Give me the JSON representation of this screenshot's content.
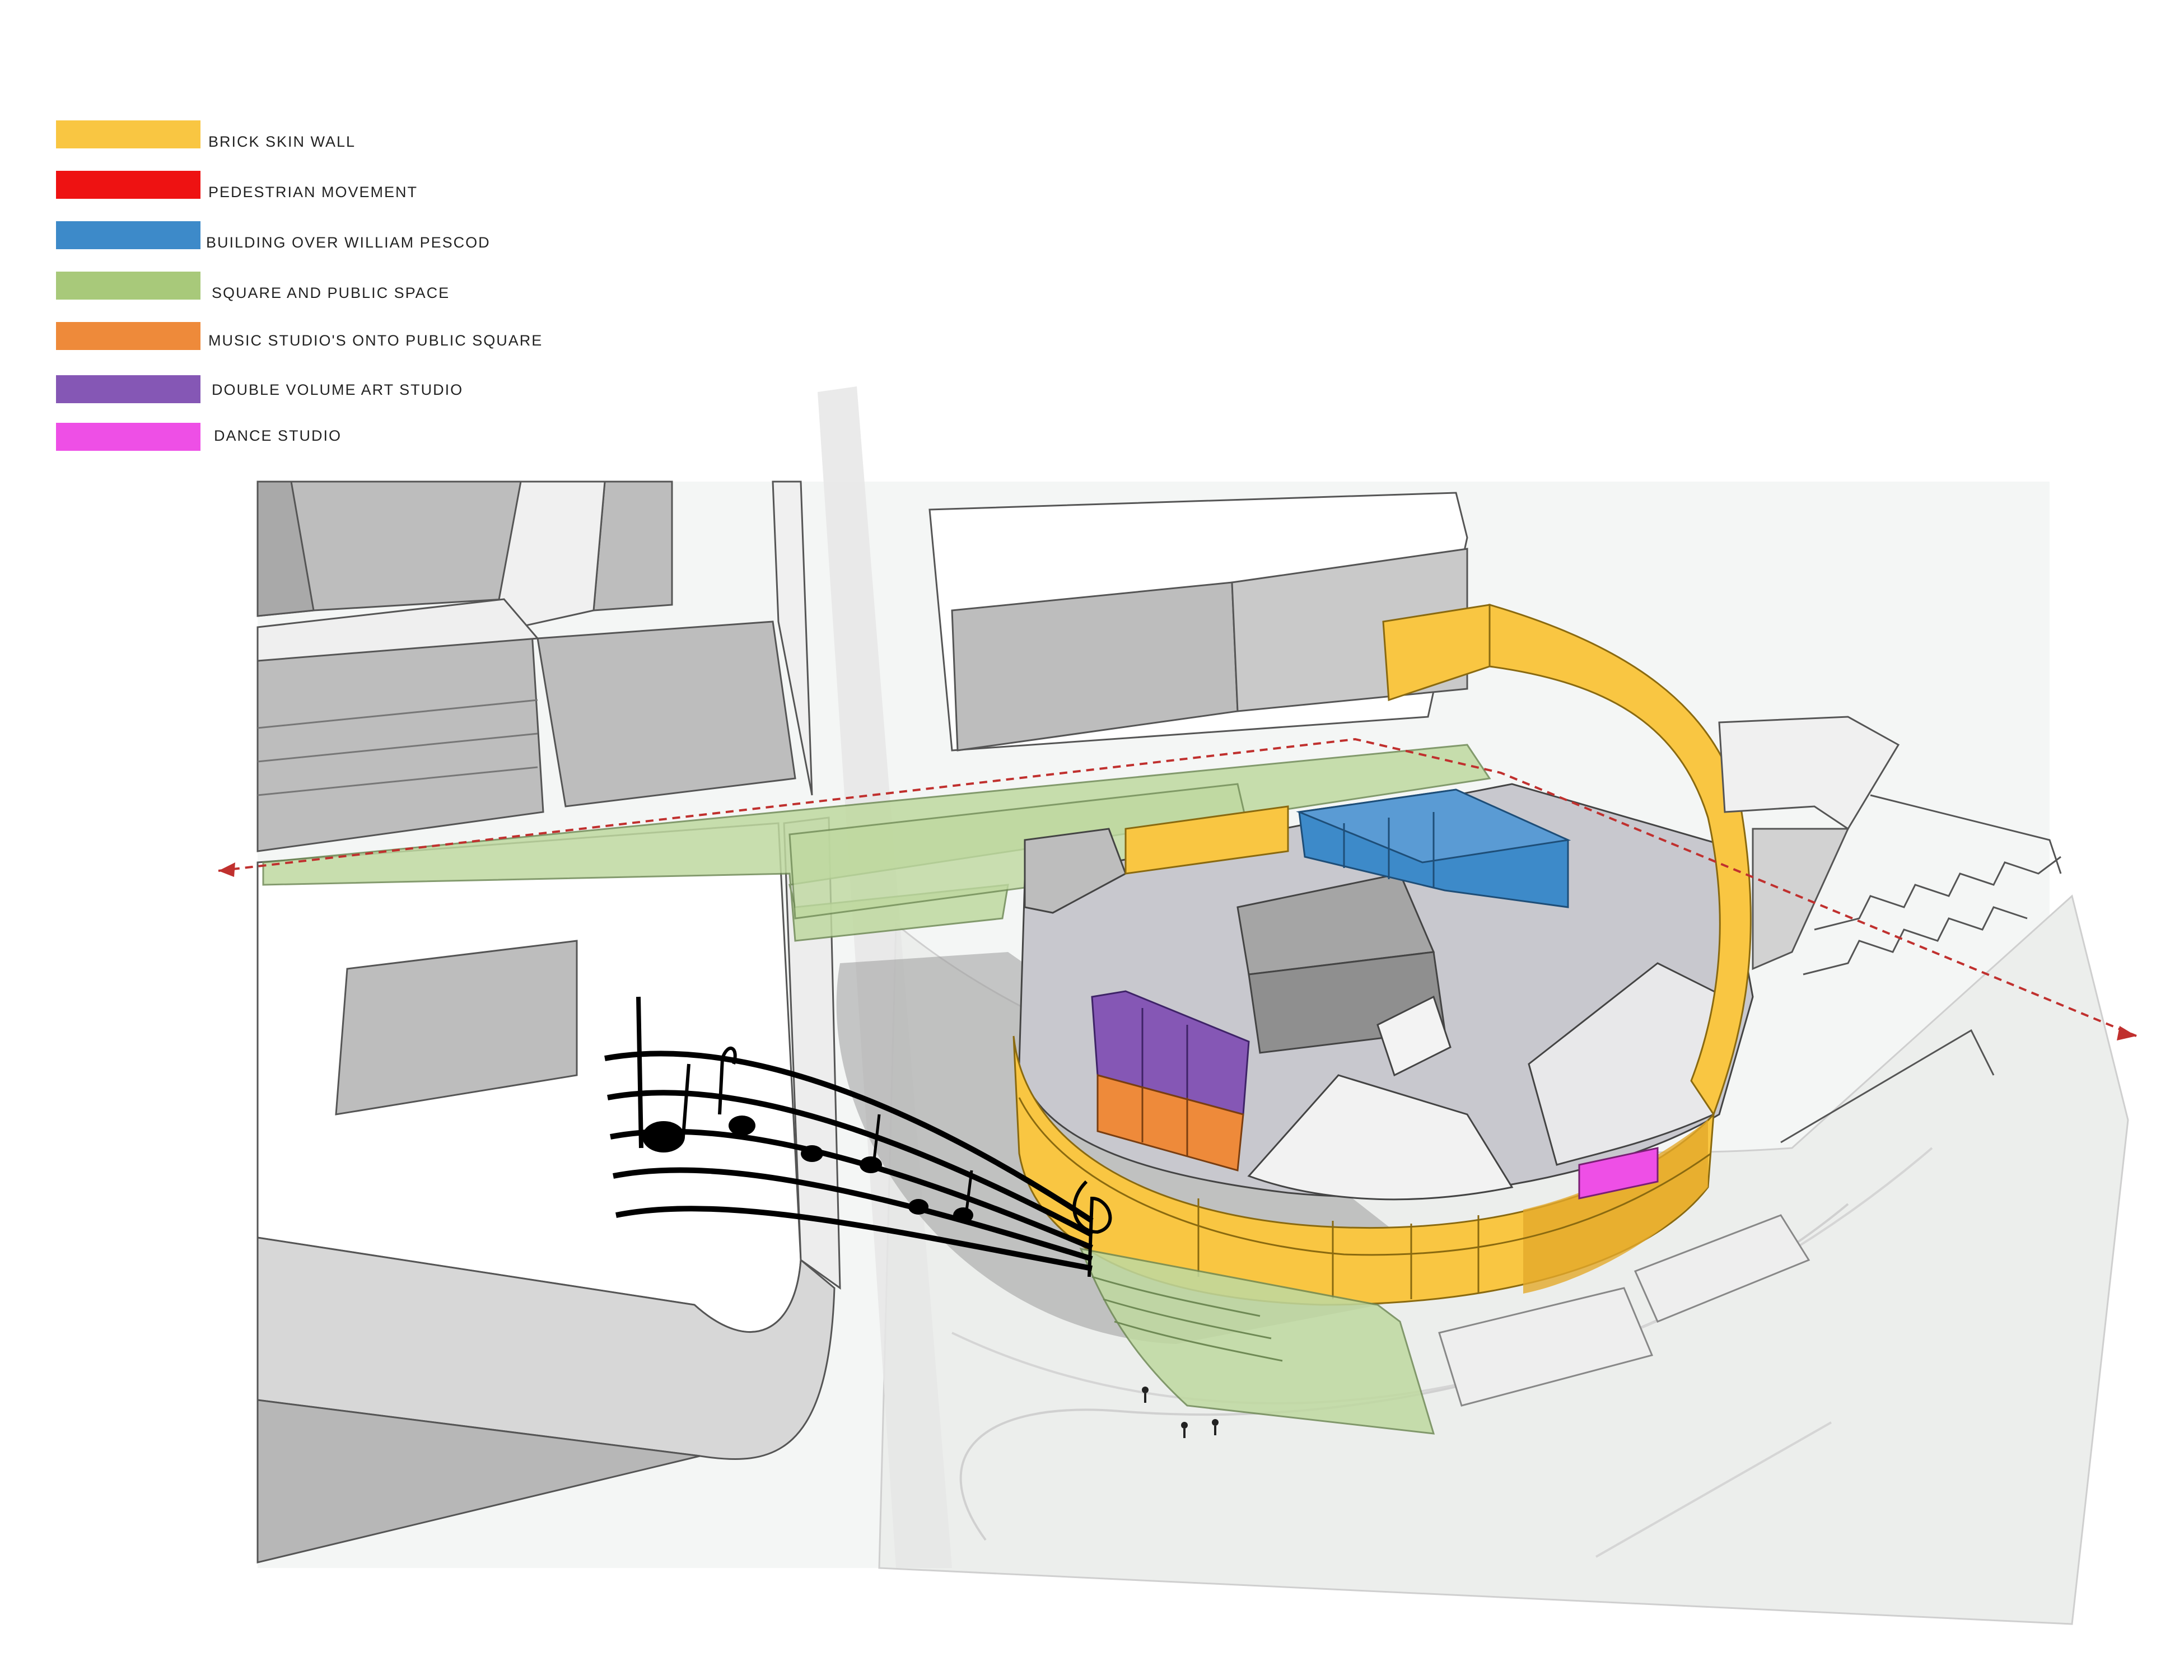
{
  "legend": {
    "items": [
      {
        "label": "BRICK SKIN WALL",
        "color": "#F9C642"
      },
      {
        "label": "PEDESTRIAN MOVEMENT",
        "color": "#EE1212"
      },
      {
        "label": "BUILDING OVER WILLIAM PESCOD",
        "color": "#3D8AC9"
      },
      {
        "label": "SQUARE AND PUBLIC SPACE",
        "color": "#A8C97A"
      },
      {
        "label": "MUSIC STUDIO'S ONTO PUBLIC SQUARE",
        "color": "#EE8A3A"
      },
      {
        "label": "DOUBLE VOLUME ART STUDIO",
        "color": "#8557B5"
      },
      {
        "label": "DANCE STUDIO",
        "color": "#EE4FE6"
      }
    ]
  },
  "colors": {
    "building_grey": "#BDBDBD",
    "building_light": "#EBEBEB",
    "roof_grey": "#C8C8CE",
    "shadow": "#A9A9A9",
    "ground": "#F2F3F1",
    "path_arrow": "#C0302E"
  },
  "icons": [
    "music-notes-icon",
    "person-icon"
  ]
}
